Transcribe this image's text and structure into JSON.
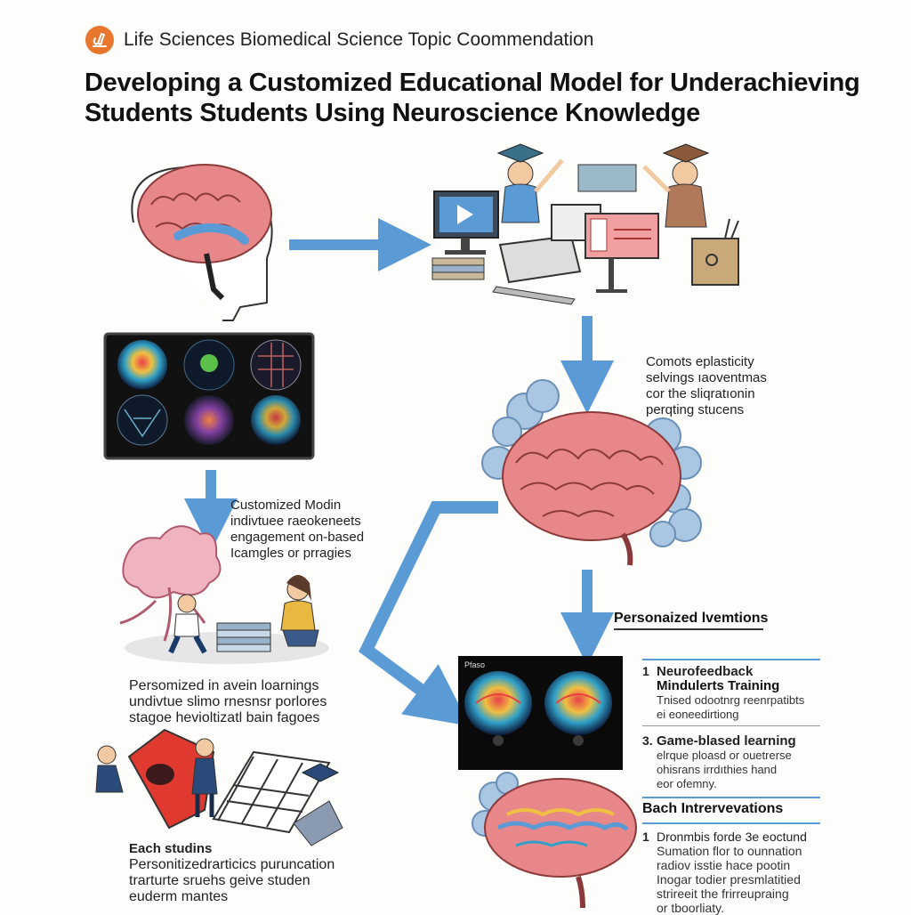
{
  "header": {
    "org": "Life Sciences Biomedical Science Topic Coommendation",
    "logo_icon": "microscope-icon",
    "logo_color": "#e8762c"
  },
  "title": {
    "line1": "Developing a Customized Educational Model for Underachieving",
    "line2": "Students Students Using Neuroscience Knowledge"
  },
  "captions": {
    "plasticity": [
      "Comots eplasticity",
      "selvings ıaoventmas",
      "cor the sliqratıonin",
      "perqting stucens"
    ],
    "customized": [
      "Customized Modin",
      "indivtuee raeokeneets",
      "engagement on-based",
      "Icamgles or prragies"
    ],
    "personized": [
      "Persomized in avein loarnings",
      "undivtue slimo rnesnsr porlores",
      "stagoe hevioltizatl bain fagoes"
    ],
    "each": [
      "Each studins",
      "Personitizedrarticics puruncation",
      "trarturte sruehs geive studen",
      "euderm mantes"
    ]
  },
  "interventions": {
    "heading": "Personaized lvemtions",
    "items": [
      {
        "num": "1",
        "title": "Neurofeedback",
        "title2": "Mindulerts Training",
        "lines": [
          "Tnised odootnrg reenrpatibts",
          "ei eoneedirtiong"
        ]
      },
      {
        "num": "3.",
        "title": "Game-blased learning",
        "lines": [
          "elrque ploasd or ouetrerse",
          "ohisrans irrdıthies hand",
          "eor ofemny."
        ]
      }
    ]
  },
  "bach": {
    "heading": "Bach Intrervevations",
    "items": [
      {
        "num": "1",
        "lines": [
          "Dronmbis forde 3e eoctund",
          "Sumation flor to ounnation",
          "radiov isstie hace pootin",
          "Inogar todier presmlatitied",
          "strireeit the frirreupraing",
          "or tboorliaty."
        ]
      }
    ]
  },
  "scan_label": "Pfaso",
  "colors": {
    "arrow": "#5b9bd5",
    "brain": "#e8878a",
    "cloud": "#a9c6e2",
    "screen": "#111111"
  }
}
